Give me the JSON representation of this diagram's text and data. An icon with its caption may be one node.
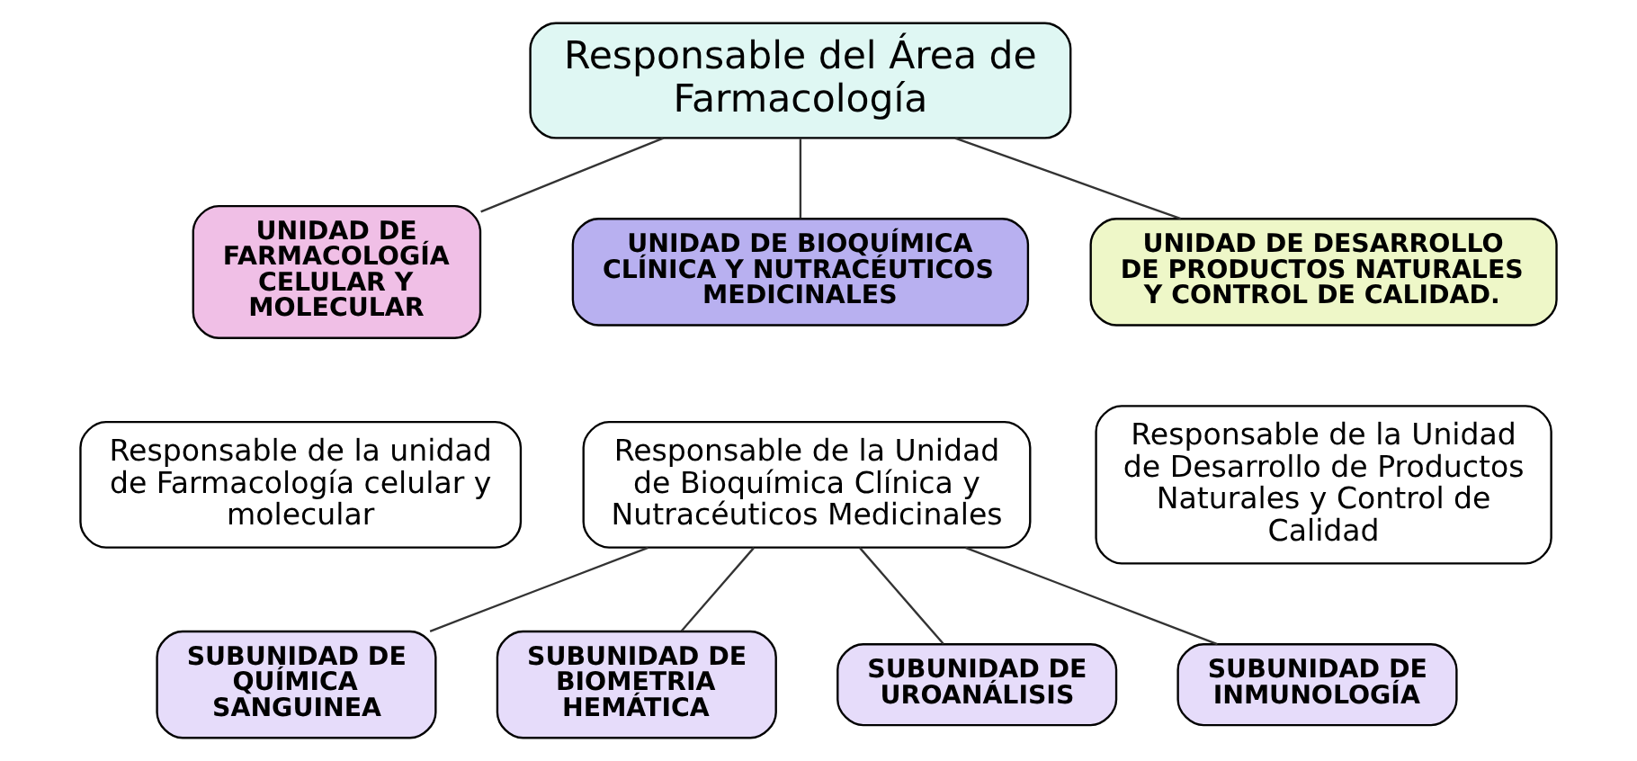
{
  "diagram": {
    "nodes": [
      {
        "text": [
          "Responsable del Área de Farmacología"
        ]
      },
      {
        "text": [
          "UNIDAD DE FARMACOLOGÍA CELULAR Y MOLECULAR"
        ]
      },
      {
        "text": [
          "UNIDAD DE BIOQUÍMICA CLÍNICA Y NUTRACÉUTICOS MEDICINALES"
        ]
      },
      {
        "text": [
          "UNIDAD DE DESARROLLO DE PRODUCTOS NATURALES Y CONTROL DE CALIDAD."
        ]
      },
      {
        "text": [
          "Responsable de la unidad de Farmacología celular y molecular"
        ]
      },
      {
        "text": [
          "Responsable de la Unidad de Bioquímica Clínica y Nutracéuticos Medicinales"
        ]
      },
      {
        "text": [
          "Responsable de la Unidad de Desarrollo de Productos Naturales y Control de Calidad"
        ]
      },
      {
        "text": [
          "SUBUNIDAD DE QUÍMICA SANGUINEA"
        ]
      },
      {
        "text": [
          "SUBUNIDAD DE BIOMETRIA HEMÁTICA"
        ]
      },
      {
        "text": [
          "SUBUNIDAD DE UROANÁLISIS"
        ]
      },
      {
        "text": [
          "SUBUNIDAD DE INMUNOLOGÍA"
        ]
      }
    ],
    "edges": [
      {
        "from": 0,
        "to": 1,
        "arrow": "none"
      },
      {
        "from": 0,
        "to": 2,
        "arrow": "none"
      },
      {
        "from": 0,
        "to": 3,
        "arrow": "none"
      },
      {
        "from": 5,
        "to": 7,
        "arrow": "none"
      },
      {
        "from": 5,
        "to": 8,
        "arrow": "none"
      },
      {
        "from": 5,
        "to": 9,
        "arrow": "none"
      },
      {
        "from": 5,
        "to": 10,
        "arrow": "none"
      }
    ]
  }
}
